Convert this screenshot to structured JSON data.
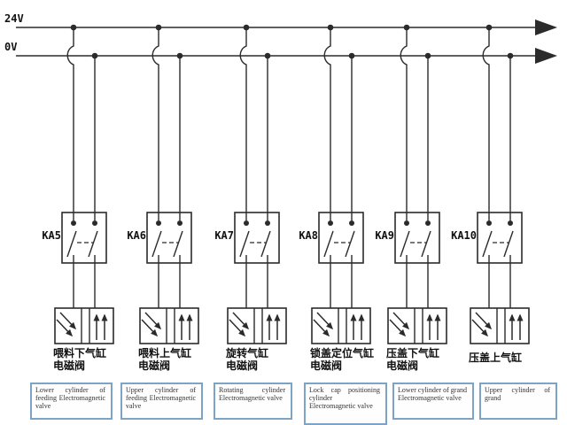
{
  "rails": {
    "top_label": "24V",
    "bottom_label": "0V"
  },
  "branches": [
    {
      "relay": "KA5",
      "valve_cn_line1": "喂料下气缸",
      "valve_cn_line2": "电磁阀",
      "valve_en": "Lower cylinder of feeding Electromagnetic valve"
    },
    {
      "relay": "KA6",
      "valve_cn_line1": "喂料上气缸",
      "valve_cn_line2": "电磁阀",
      "valve_en": "Upper cylinder of feeding Electromagnetic valve"
    },
    {
      "relay": "KA7",
      "valve_cn_line1": "旋转气缸",
      "valve_cn_line2": "电磁阀",
      "valve_en": "Rotating cylinder Electromagnetic valve"
    },
    {
      "relay": "KA8",
      "valve_cn_line1": "锁盖定位气缸",
      "valve_cn_line2": "电磁阀",
      "valve_en": "Lock cap positioning cylinder Electromagnetic valve"
    },
    {
      "relay": "KA9",
      "valve_cn_line1": "压盖下气缸",
      "valve_cn_line2": "电磁阀",
      "valve_en": "Lower cylinder of grand Electromagnetic valve"
    },
    {
      "relay": "KA10",
      "valve_cn_line1": "压盖上气缸",
      "valve_cn_line2": "",
      "valve_en": "Upper cylinder of grand"
    }
  ],
  "colors": {
    "line": "#2b2b2b",
    "label_box_border": "#7da3c6"
  }
}
